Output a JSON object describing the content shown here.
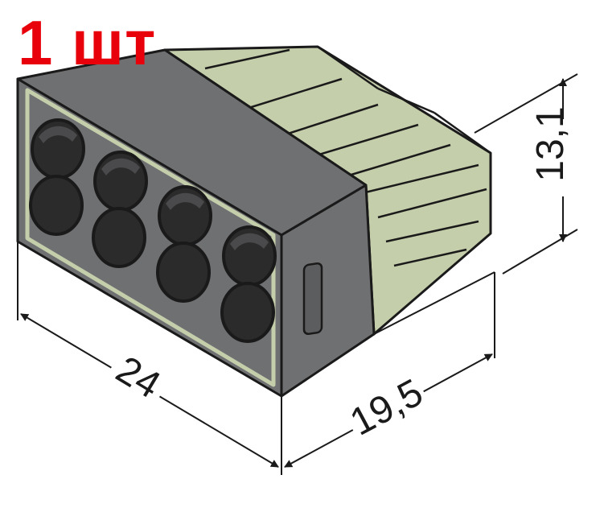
{
  "badge": {
    "quantity_label": "1 шт",
    "color": "#e8000b"
  },
  "dimensions": {
    "width_label": "24",
    "depth_label": "19,5",
    "height_label": "13,1"
  },
  "colors": {
    "body_gray": "#6f7072",
    "lever_green": "#c5ceab",
    "hole_black": "#2b2b2b",
    "outline": "#1a1a1a"
  }
}
